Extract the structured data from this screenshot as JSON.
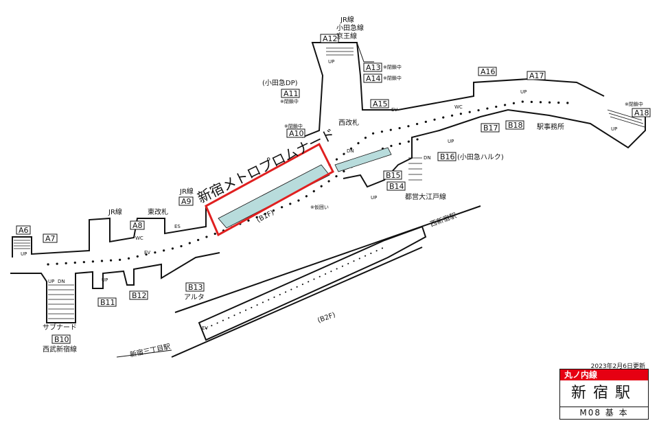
{
  "updated": "2023年2月6日更新",
  "line_name": "丸ノ内線",
  "station_name": "新宿駅",
  "station_code": "M08 基 本",
  "promenade": "新宿メトロプロムナード",
  "floors": {
    "b1": "(B1F)",
    "b2": "(B2F)"
  },
  "exits": [
    "A6",
    "A7",
    "A8",
    "A9",
    "A10",
    "A11",
    "A12",
    "A13",
    "A14",
    "A15",
    "A16",
    "A17",
    "A18",
    "B10",
    "B11",
    "B12",
    "B13",
    "B14",
    "B15",
    "B16",
    "B17",
    "B18"
  ],
  "labels": {
    "jr_ohita_keio": [
      "JR線",
      "小田急線",
      "京王線"
    ],
    "jr_line": "JR線",
    "odakyu_dp": "(小田急DP)",
    "odakyu_halc": "(小田急ハルク)",
    "closed": "※閉鎖中",
    "west_gate": "西改札",
    "east_gate": "東改札",
    "station_office": "駅事務所",
    "toei_oedo": "都営大江戸線",
    "temp_enclosure": "※仮囲い",
    "alta": "アルタ",
    "subnade": "サブナード",
    "seibu_shinjuku": "西武新宿線",
    "nishi_shinjuku": "西新宿駅",
    "shinjuku_3chome": "新宿三丁目駅",
    "ev": "EV",
    "es": "ES",
    "wc": "WC",
    "up": "UP",
    "dn": "DN"
  },
  "colors": {
    "accent_red": "#e60012",
    "enclosure": "#b8dcdc",
    "frame_red": "#e02020"
  }
}
